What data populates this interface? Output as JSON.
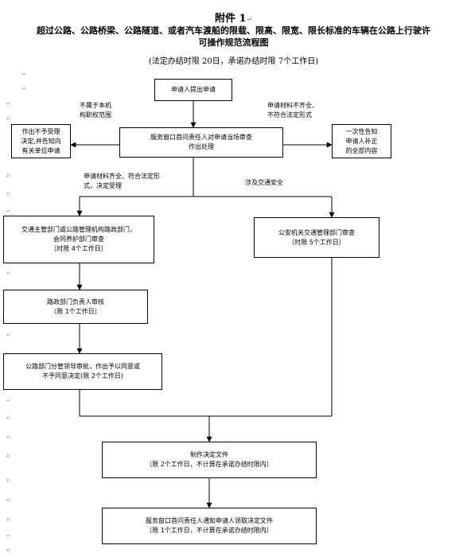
{
  "header": {
    "attachment": "附件 1",
    "title_line1": "超过公路、公路桥梁、公路隧道、或者汽车渡船的限载、限高、限宽、限长标准的车辆在公路上行驶许",
    "title_line2": "可操作规范流程图",
    "time_limits": "(法定办结时限 20日，承诺办结时限 7个工作日)"
  },
  "labels": {
    "not_in_scope_1": "不属于本机",
    "not_in_scope_2": "构职权范围",
    "incomplete_1": "申请材料不齐全、",
    "incomplete_2": "不符合法定形式",
    "complete_1": "申请材料齐全、符合法定形",
    "complete_2": "式，决定受理",
    "traffic_safety": "涉及交通安全"
  },
  "boxes": {
    "apply": "申请人提出申请",
    "reject_1": "作出不予受理",
    "reject_2": "决定,并告知向",
    "reject_3": "有关单位申请",
    "window_review_1": "服务窗口首问责任人对申请当场审查",
    "window_review_2": "作出处理",
    "notify_1": "一次性告知",
    "notify_2": "申请人补正",
    "notify_3": "的全部内容",
    "dept_review_1": "交通主管部门或公路管理机构路政部门，",
    "dept_review_2": "会同养护部门审查",
    "dept_review_3": "〔时限 4个工作日〕",
    "police_review_1": "公安机关交通管理部门审查",
    "police_review_2": "〔时限 5个工作日〕",
    "road_admin_1": "路政部门负责人审核",
    "road_admin_2": "〔限 1个工作日〕",
    "leader_1": "公路部门分管领导审批，作出予以同意或",
    "leader_2": "不予同意决定(限 2个工作日)",
    "make_doc_1": "制作决定文件",
    "make_doc_2": "〔限 2个工作日，不计算在承诺办结时限内〕",
    "deliver_1": "服务窗口首问责任人通知申请人领取决定文件",
    "deliver_2": "〔限 1个工作日，不计算在承诺办结时限内〕"
  }
}
